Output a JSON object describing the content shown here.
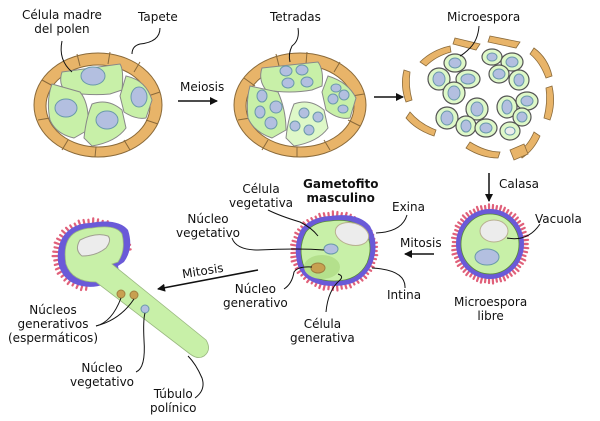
{
  "colors": {
    "tapetum": "#e8b469",
    "tapetum_stroke": "#8a6a3a",
    "cell_fill": "#c8f0a8",
    "cell_fill_light": "#def8c8",
    "nucleus": "#b3bfe0",
    "nucleus_stroke": "#6a9aaa",
    "exine": "#6a5ad8",
    "spines": "#e0607a",
    "vacuole": "#ececec",
    "gen_nucleus": "#c8a050",
    "leader": "#111111"
  },
  "stages": {
    "anther1": {
      "labels": {
        "pollen_mother_cell": [
          "Célula madre",
          "del polen"
        ],
        "tapetum": "Tapete"
      }
    },
    "arrow_meiosis": "Meiosis",
    "anther2": {
      "labels": {
        "tetrads": "Tetradas"
      }
    },
    "anther3": {
      "labels": {
        "microspore": "Microespora"
      }
    },
    "arrow_callase": "Calasa",
    "free_microspore": {
      "labels": {
        "vacuole": "Vacuola",
        "caption": [
          "Microespora",
          "libre"
        ]
      }
    },
    "arrow_mitosis_1": "Mitosis",
    "male_gametophyte": {
      "title": [
        "Gametofito",
        "masculino"
      ],
      "labels": {
        "vegetative_cell": [
          "Célula",
          "vegetativa"
        ],
        "vegetative_nucleus": [
          "Núcleo",
          "vegetativo"
        ],
        "exine": "Exina",
        "generative_nucleus": [
          "Núcleo",
          "generativo"
        ],
        "intine": "Intina",
        "generative_cell": [
          "Célula",
          "generativa"
        ]
      }
    },
    "arrow_mitosis_2": "Mitosis",
    "pollen_tube_stage": {
      "labels": {
        "generative_nuclei": [
          "Núcleos",
          "generativos",
          "(espermáticos)"
        ],
        "vegetative_nucleus": [
          "Núcleo",
          "vegetativo"
        ],
        "pollen_tube": [
          "Túbulo",
          "polínico"
        ]
      }
    }
  }
}
